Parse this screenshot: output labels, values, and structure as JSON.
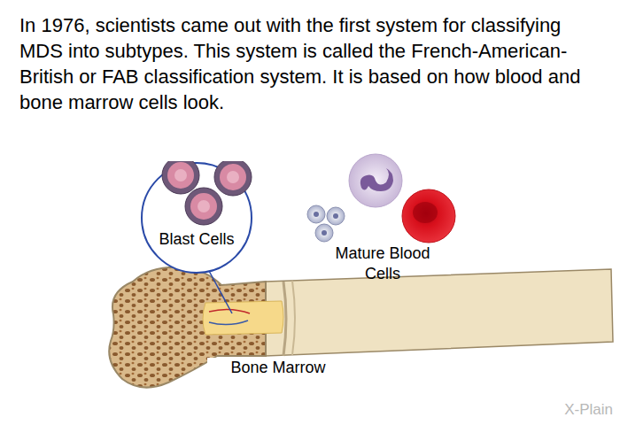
{
  "diagram": {
    "title": "In 1976, scientists came out with the first system for classifying MDS into subtypes. This system is called the French-American-British or FAB classification system. It is based on how blood and bone marrow cells look.",
    "nodes": [
      {
        "text": [
          "Blast Cells"
        ]
      }
    ],
    "labels": [
      "Mature Blood Cells",
      "Bone Marrow",
      "X-Plain"
    ]
  }
}
